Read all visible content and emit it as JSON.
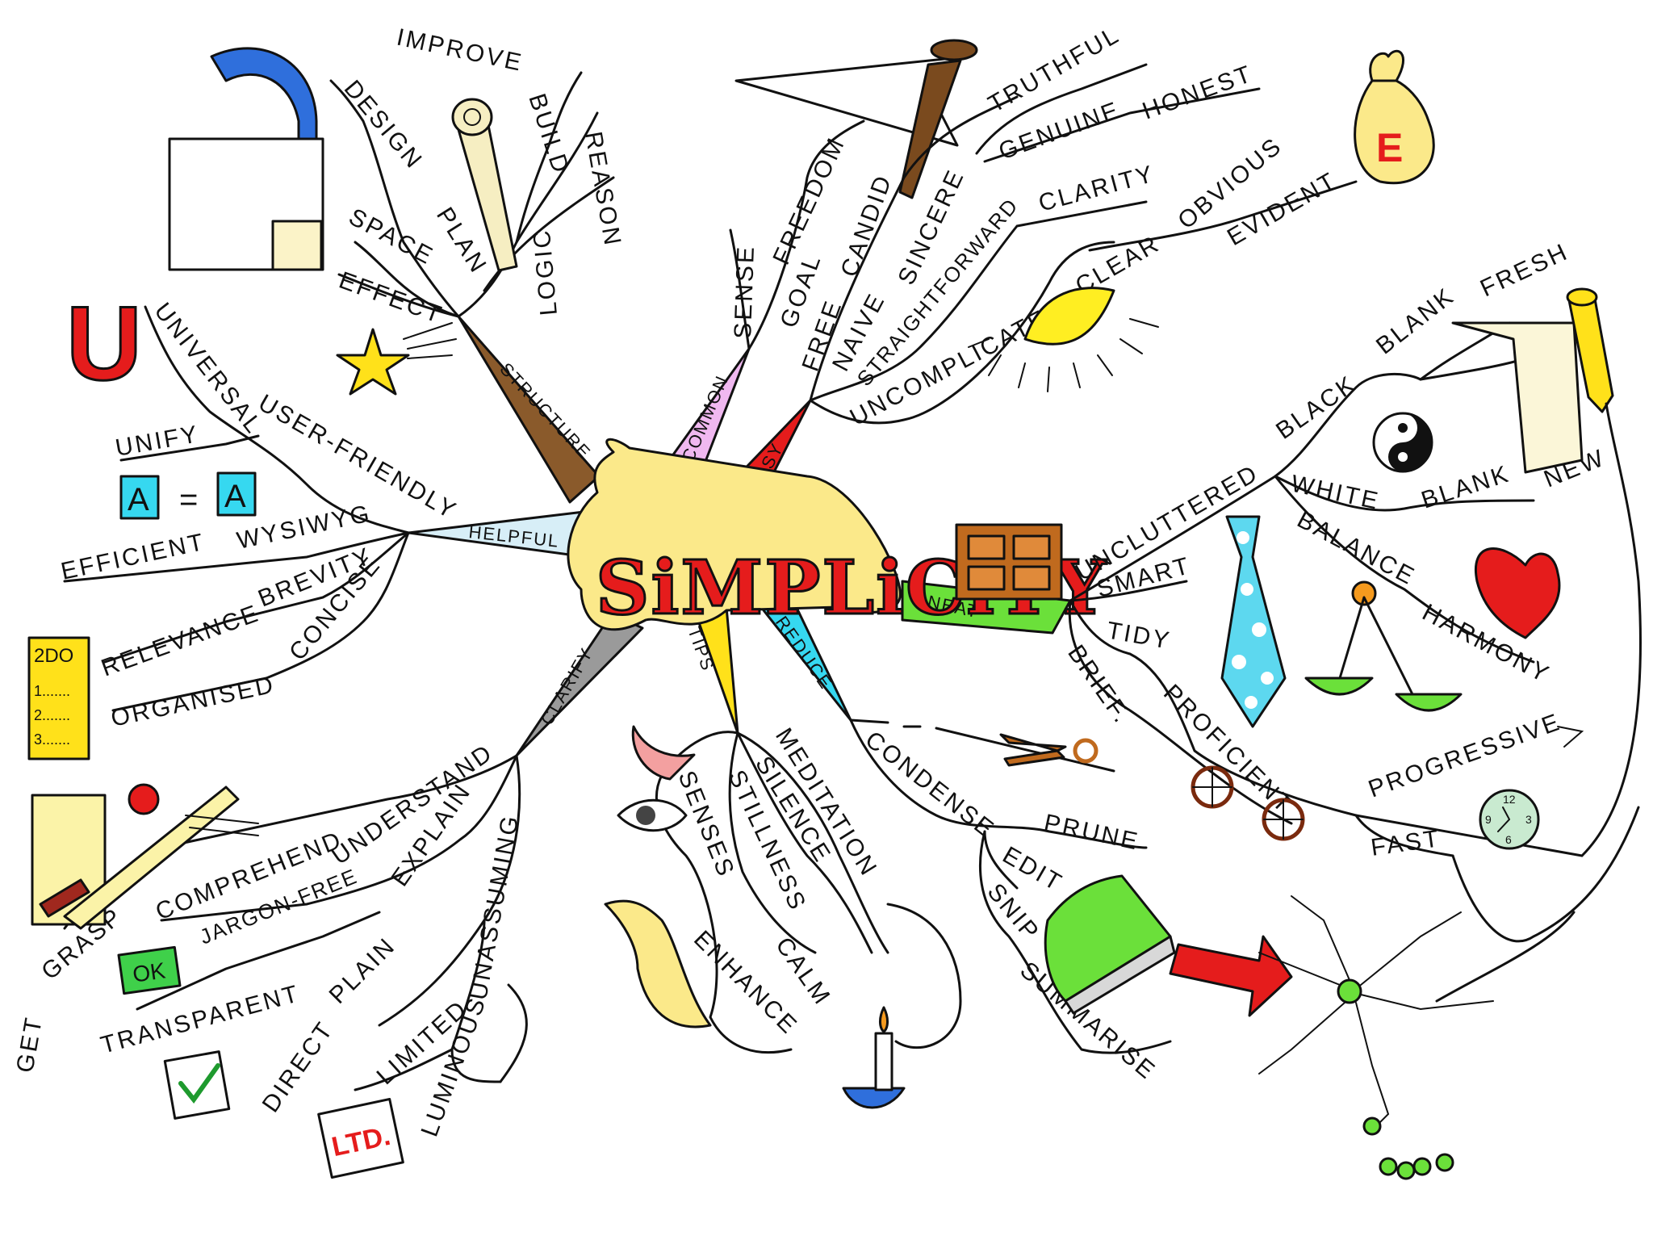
{
  "center": {
    "title": "SiMPLiCiTY"
  },
  "branches": {
    "structure": "STRUCTURE",
    "common": "COMMON",
    "easy": "EASY",
    "helpful": "HELPFUL",
    "neat": "NEAT",
    "clarify": "CLARIFY",
    "tips": "TIPS",
    "reduce": "REDUCE"
  },
  "structure": {
    "improve": "IMPROVE",
    "build": "BUILD",
    "reason": "REASON",
    "logic": "LOGIC",
    "design": "DESIGN",
    "plan": "PLAN",
    "space": "SPACE",
    "effect": "EFFECT"
  },
  "common": {
    "sense": "SENSE",
    "freedom": "FREEDOM",
    "goal": "GOAL"
  },
  "easy": {
    "free": "FREE",
    "candid": "CANDID",
    "naive": "NAIVE",
    "sincere": "SINCERE",
    "truthful": "TRUTHFUL",
    "genuine": "GENUINE",
    "honest": "HONEST",
    "straightforward": "STRAIGHTFORWARD",
    "clarity": "CLARITY",
    "uncomplicated": "UNCOMPLICATED",
    "clear": "CLEAR",
    "obvious": "OBVIOUS",
    "evident": "EVIDENT",
    "evident_badge": "E"
  },
  "helpful": {
    "universal": "UNIVERSAL",
    "universal_badge": "U",
    "unify": "UNIFY",
    "a_left": "A",
    "equals": "=",
    "a_right": "A",
    "user_friendly": "USER-FRIENDLY",
    "efficient": "EFFICIENT",
    "wysiwyg": "WYSIWYG",
    "relevance": "RELEVANCE",
    "brevity": "BREVITY",
    "concise": "CONCISE",
    "organised": "ORGANISED",
    "todo_title": "2DO",
    "todo_1": "1.......",
    "todo_2": "2.......",
    "todo_3": "3......."
  },
  "neat": {
    "uncluttered": "UNCLUTTERED",
    "black": "BLACK",
    "blank_top": "BLANK",
    "fresh": "FRESH",
    "white": "WHITE",
    "blank_bottom": "BLANK",
    "new": "NEW",
    "balance": "BALANCE",
    "harmony": "HARMONY",
    "smart": "SMART",
    "tidy": "TIDY",
    "brief": "BRIEF.",
    "proficient": "PROFICIENT",
    "progressive": "PROGRESSIVE",
    "fast": "FAST",
    "clock_12": "12",
    "clock_9": "9",
    "clock_3": "3",
    "clock_6": "6"
  },
  "clarify": {
    "understand": "UNDERSTAND",
    "comprehend": "COMPREHEND",
    "grasp": "GRASP",
    "get": "GET",
    "explain": "EXPLAIN",
    "jargon_free": "JARGON-FREE",
    "ok_badge": "OK",
    "transparent": "TRANSPARENT",
    "plain": "PLAIN",
    "direct": "DIRECT",
    "unassuming": "UNASSUMING",
    "limited": "LIMITED",
    "ltd_badge": "LTD.",
    "luminous": "LUMINOUS"
  },
  "tips": {
    "senses": "SENSES",
    "stillness": "STILLNESS",
    "silence": "SILENCE",
    "meditation": "MEDITATION",
    "enhance": "ENHANCE",
    "calm": "CALM"
  },
  "reduce": {
    "condense": "CONDENSE",
    "prune": "PRUNE",
    "edit": "EDIT",
    "snip": "SNIP",
    "summarise": "SUMMARISE"
  }
}
